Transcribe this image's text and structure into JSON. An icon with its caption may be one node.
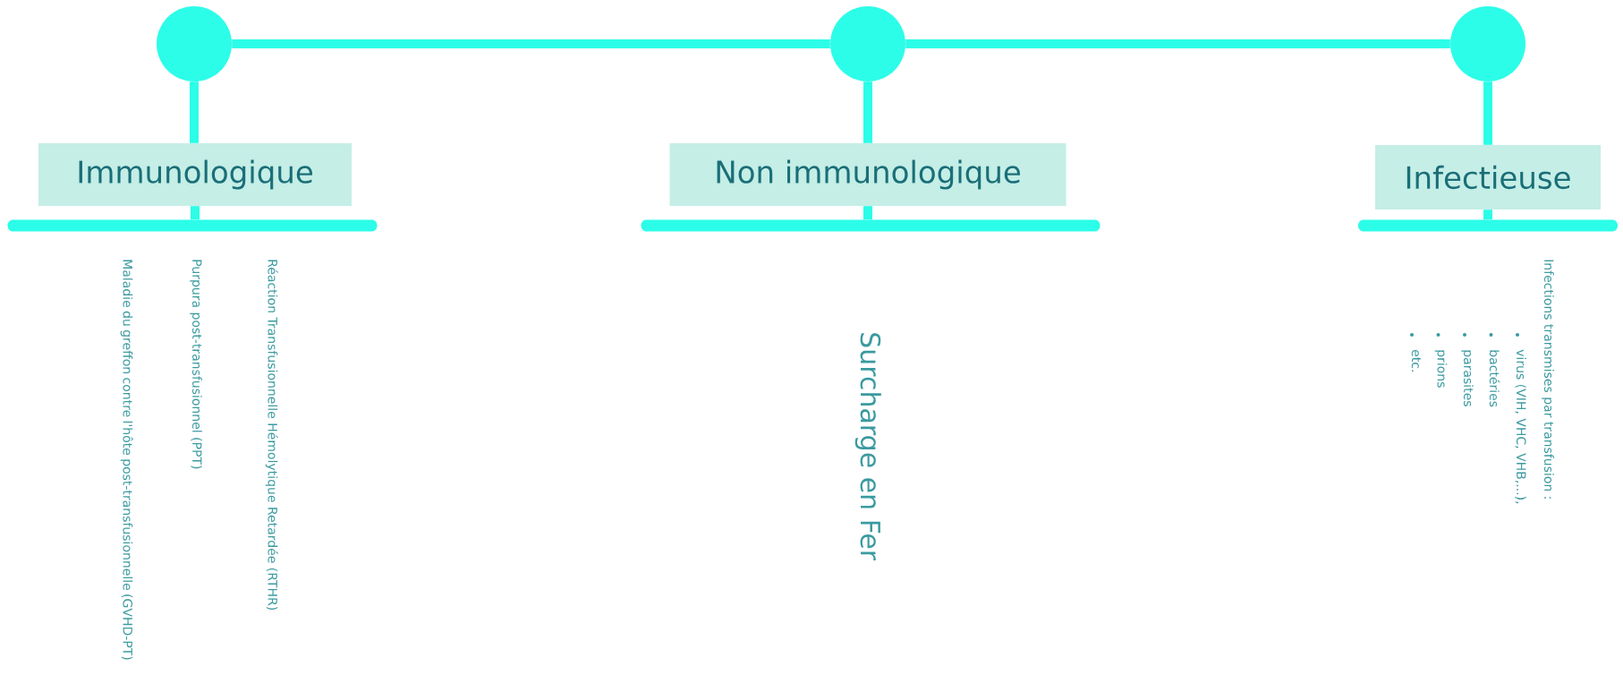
{
  "diagram": {
    "nodes": [
      {
        "text": [],
        "shape": "circle"
      },
      {
        "text": [],
        "shape": "circle"
      },
      {
        "text": [],
        "shape": "circle"
      },
      {
        "text": [
          "Immunologique"
        ]
      },
      {
        "text": [
          "Non immunologique"
        ]
      },
      {
        "text": [
          "Infectieuse"
        ]
      },
      {
        "text": [],
        "shape": "bar"
      },
      {
        "text": [],
        "shape": "bar"
      },
      {
        "text": [],
        "shape": "bar"
      }
    ],
    "edges": [
      {
        "from": 0,
        "to": 1,
        "arrow": "none"
      },
      {
        "from": 1,
        "to": 2,
        "arrow": "none"
      },
      {
        "from": 0,
        "to": 3,
        "arrow": "none"
      },
      {
        "from": 3,
        "to": 6,
        "arrow": "none"
      },
      {
        "from": 1,
        "to": 4,
        "arrow": "none"
      },
      {
        "from": 4,
        "to": 7,
        "arrow": "none"
      },
      {
        "from": 2,
        "to": 5,
        "arrow": "none"
      },
      {
        "from": 5,
        "to": 8,
        "arrow": "none"
      }
    ],
    "labels": [
      "Maladie du greffon contre l'hôte post-transfusionnelle (GVHD-PT)",
      "Purpura post-transfusionnel (PPT)",
      "Réaction Transfusionnelle Hémolytique Retardée (RTHR)",
      "Surcharge en Fer",
      "Infections transmises par transfusion :",
      "virus (VIH, VHC, VHB,...),",
      "bactéries",
      "parasites",
      "prions",
      "etc."
    ]
  }
}
